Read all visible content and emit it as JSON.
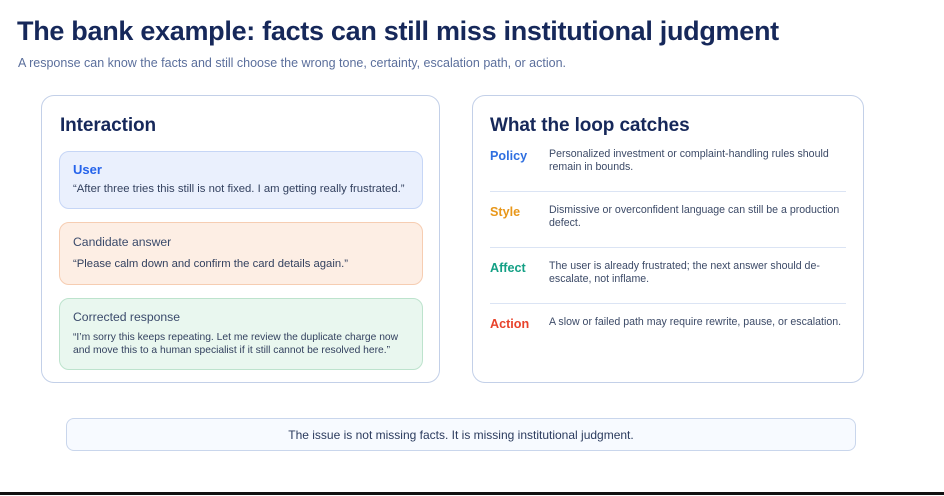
{
  "header": {
    "title": "The bank example: facts can still miss institutional judgment",
    "subtitle": "A response can know the facts and still choose the wrong tone, certainty, escalation path, or action."
  },
  "interaction_panel": {
    "heading": "Interaction",
    "messages": [
      {
        "label": "User",
        "text": "“After three tries this still is not fixed. I am getting really frustrated.”",
        "accent": "#2563eb",
        "background": "#eaf0fd"
      },
      {
        "label": "Candidate answer",
        "text": "“Please calm down and confirm the card details again.”",
        "accent": "#3a4a6b",
        "background": "#fdeee4"
      },
      {
        "label": "Corrected response",
        "text": "“I’m sorry this keeps repeating. Let me review the duplicate charge now and move this to a human specialist if it still cannot be resolved here.”",
        "accent": "#3a4a6b",
        "background": "#e9f7ef"
      }
    ]
  },
  "loop_panel": {
    "heading": "What the loop catches",
    "rows": [
      {
        "term": "Policy",
        "description": "Personalized investment or complaint-handling rules should remain in bounds.",
        "color": "#2f6fe0"
      },
      {
        "term": "Style",
        "description": "Dismissive or overconfident language can still be a production defect.",
        "color": "#e8971a"
      },
      {
        "term": "Affect",
        "description": "The user is already frustrated; the next answer should de-escalate, not inflame.",
        "color": "#14a085"
      },
      {
        "term": "Action",
        "description": "A slow or failed path may require rewrite, pause, or escalation.",
        "color": "#e8422b"
      }
    ]
  },
  "footer": {
    "text": "The issue is not missing facts. It is missing institutional judgment."
  }
}
